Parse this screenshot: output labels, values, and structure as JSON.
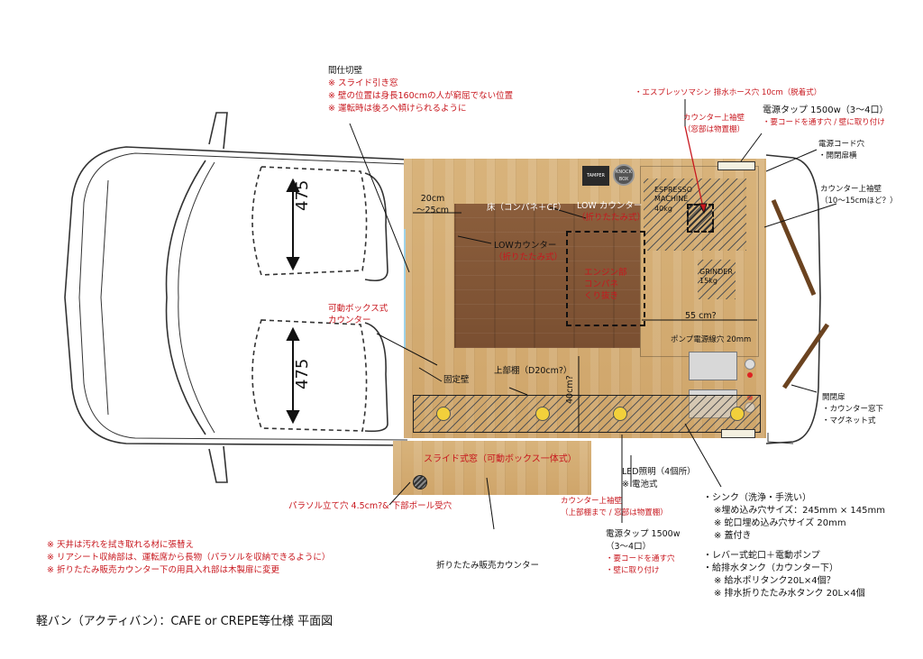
{
  "title": "軽バン（アクティバン）：CAFE or CREPE等仕様 平面図",
  "seat_dims": {
    "front": "475",
    "rear": "475"
  },
  "partition_notes": {
    "title": "間仕切壁",
    "lines": [
      "※ スライド引き窓",
      "※ 壁の位置は身長160cmの人が窮屈でない位置",
      "※ 運転時は後ろへ傾けられるように"
    ]
  },
  "plan_labels": {
    "width": "20cm\n〜25cm",
    "floor": "床（コンパネ＋CF）",
    "low_counter_left": "LOWカウンター",
    "low_counter_left_note": "（折りたたみ式）",
    "low_counter_top": "LOW カウンター",
    "low_counter_top_note": "（折りたたみ式）",
    "engine": [
      "エンジン部",
      "コンパネ",
      "くり抜き"
    ],
    "espresso": [
      "ESPRESSO",
      "MACHINE",
      "40kg"
    ],
    "grinder": [
      "GRINDER",
      "15kg"
    ],
    "tamper": "TAMPER",
    "knock_box": [
      "KNOCK",
      "BOX"
    ],
    "depth": "55 cm?",
    "pump_hole": "ポンプ電源線穴 20mm",
    "upper_shelf": "上部棚（D20cm?）",
    "fixed_wall": "固定壁",
    "movable_box": "可動ボックス式",
    "movable_box2": "カウンター",
    "height": "40cm?",
    "slide_window": "スライド式窓（可動ボックス一体式）"
  },
  "annotations": {
    "espresso_drain": "・エスプレッソマシン  排水ホース穴 10cm（脱着式）",
    "upper_wall": "カウンター上袖壁",
    "upper_wall_note": "（窓部は物置棚）",
    "power_top_title": "電源タップ 1500w（3〜4口）",
    "power_top_note": "・要コードを通す穴 / 壁に取り付け",
    "cord_hole": "電源コード穴",
    "cord_hole_note": "・開閉扉横",
    "counter_wall_right": "カウンター上袖壁",
    "counter_wall_right_note": "（10〜15cmほど？）",
    "door": "開閉扉",
    "door_note1": "・カウンター窓下",
    "door_note2": "・マグネット式",
    "led": "LED照明（4個所）",
    "led_note": "※ 電池式",
    "sink": "・シンク（洗浄・手洗い）",
    "sink_1": "※埋め込み穴サイズ：245mm × 145mm",
    "sink_2": "※ 蛇口埋め込み穴サイズ 20mm",
    "sink_3": "※ 蓋付き",
    "lever": "・レバー式蛇口＋電動ポンプ",
    "tank": "・給排水タンク（カウンター下）",
    "tank_1": "※ 給水ポリタンク20L×4個？",
    "tank_2": "※ 排水折りたたみ水タンク 20L×4個",
    "counter_bottom": "カウンター上袖壁",
    "counter_bottom_note": "（上部棚まで / 窓部は物置棚）",
    "power_bottom": "電源タップ 1500w",
    "power_bottom_2": "（3〜4口）",
    "power_bottom_3": "・要コードを通す穴",
    "power_bottom_4": "・壁に取り付け",
    "parasol": "パラソル立て穴 4.5cm?& 下部ポール受穴",
    "fold_counter": "折りたたみ販売カウンター"
  },
  "notes_bottom": [
    "※ 天井は汚れを拭き取れる材に張替え",
    "※ リアシート収納部は、運転席から長物（パラソルを収納できるように）",
    "※ 折りたたみ販売カウンター下の用具入れ部は木製扉に変更"
  ],
  "colors": {
    "red": "#c8171e",
    "wood": "#d4ab72",
    "floor": "#7f5333",
    "led": "#f2d03b"
  }
}
